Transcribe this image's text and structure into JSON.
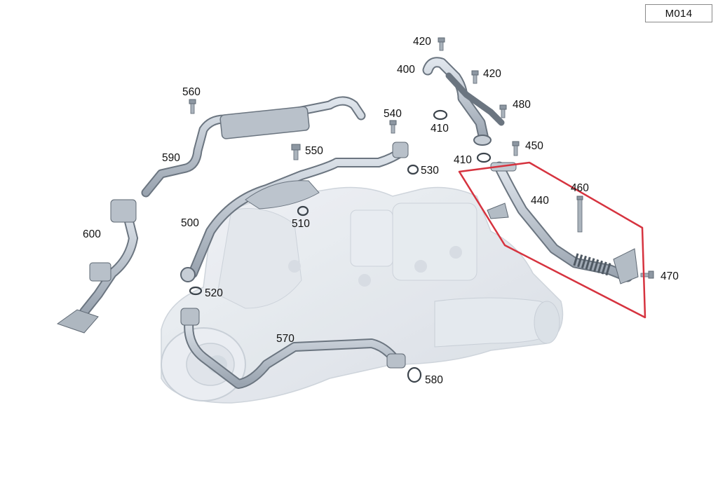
{
  "diagram": {
    "code": "M014",
    "highlight_color": "#d6333f",
    "part_labels": {
      "p400": "400",
      "p410a": "410",
      "p410b": "410",
      "p420a": "420",
      "p420b": "420",
      "p440": "440",
      "p450": "450",
      "p460": "460",
      "p470": "470",
      "p480": "480",
      "p500": "500",
      "p510": "510",
      "p520": "520",
      "p530": "530",
      "p540": "540",
      "p550": "550",
      "p560": "560",
      "p570": "570",
      "p580": "580",
      "p590": "590",
      "p600": "600"
    }
  }
}
